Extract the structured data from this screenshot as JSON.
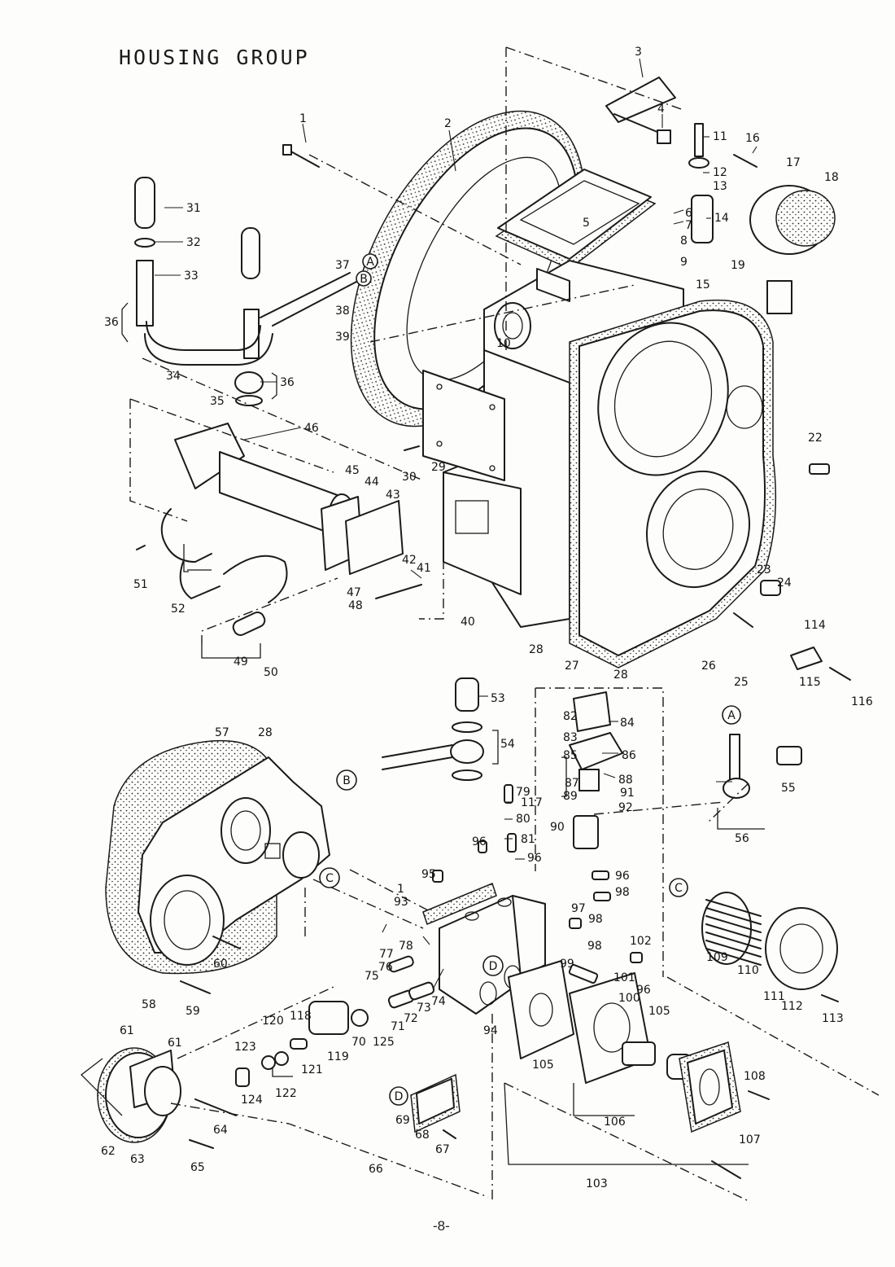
{
  "title": "HOUSING GROUP",
  "page_number": "-8-",
  "reference_markers": [
    {
      "letter": "A"
    },
    {
      "letter": "B"
    },
    {
      "letter": "A"
    },
    {
      "letter": "B"
    },
    {
      "letter": "C"
    },
    {
      "letter": "C"
    },
    {
      "letter": "D"
    },
    {
      "letter": "D"
    }
  ],
  "callouts": [
    {
      "label": "1"
    },
    {
      "label": "2"
    },
    {
      "label": "3"
    },
    {
      "label": "4"
    },
    {
      "label": "5"
    },
    {
      "label": "6"
    },
    {
      "label": "7"
    },
    {
      "label": "8"
    },
    {
      "label": "9"
    },
    {
      "label": "10"
    },
    {
      "label": "11"
    },
    {
      "label": "12"
    },
    {
      "label": "13"
    },
    {
      "label": "14"
    },
    {
      "label": "15"
    },
    {
      "label": "16"
    },
    {
      "label": "17"
    },
    {
      "label": "18"
    },
    {
      "label": "19"
    },
    {
      "label": "22"
    },
    {
      "label": "23"
    },
    {
      "label": "24"
    },
    {
      "label": "25"
    },
    {
      "label": "26"
    },
    {
      "label": "27"
    },
    {
      "label": "28"
    },
    {
      "label": "28"
    },
    {
      "label": "29"
    },
    {
      "label": "30"
    },
    {
      "label": "31"
    },
    {
      "label": "32"
    },
    {
      "label": "33"
    },
    {
      "label": "34"
    },
    {
      "label": "35"
    },
    {
      "label": "36"
    },
    {
      "label": "36"
    },
    {
      "label": "37"
    },
    {
      "label": "38"
    },
    {
      "label": "39"
    },
    {
      "label": "40"
    },
    {
      "label": "41"
    },
    {
      "label": "42"
    },
    {
      "label": "43"
    },
    {
      "label": "44"
    },
    {
      "label": "45"
    },
    {
      "label": "46"
    },
    {
      "label": "47"
    },
    {
      "label": "48"
    },
    {
      "label": "49"
    },
    {
      "label": "50"
    },
    {
      "label": "51"
    },
    {
      "label": "52"
    },
    {
      "label": "53"
    },
    {
      "label": "54"
    },
    {
      "label": "55"
    },
    {
      "label": "56"
    },
    {
      "label": "57"
    },
    {
      "label": "28"
    },
    {
      "label": "58"
    },
    {
      "label": "59"
    },
    {
      "label": "60"
    },
    {
      "label": "61"
    },
    {
      "label": "61"
    },
    {
      "label": "62"
    },
    {
      "label": "63"
    },
    {
      "label": "64"
    },
    {
      "label": "65"
    },
    {
      "label": "66"
    },
    {
      "label": "67"
    },
    {
      "label": "68"
    },
    {
      "label": "69"
    },
    {
      "label": "70"
    },
    {
      "label": "71"
    },
    {
      "label": "72"
    },
    {
      "label": "73"
    },
    {
      "label": "74"
    },
    {
      "label": "75"
    },
    {
      "label": "76"
    },
    {
      "label": "77"
    },
    {
      "label": "78"
    },
    {
      "label": "79"
    },
    {
      "label": "80"
    },
    {
      "label": "81"
    },
    {
      "label": "82"
    },
    {
      "label": "83"
    },
    {
      "label": "84"
    },
    {
      "label": "85"
    },
    {
      "label": "86"
    },
    {
      "label": "87"
    },
    {
      "label": "88"
    },
    {
      "label": "89"
    },
    {
      "label": "90"
    },
    {
      "label": "91"
    },
    {
      "label": "92"
    },
    {
      "label": "93"
    },
    {
      "label": "94"
    },
    {
      "label": "95"
    },
    {
      "label": "96"
    },
    {
      "label": "96"
    },
    {
      "label": "96"
    },
    {
      "label": "96"
    },
    {
      "label": "97"
    },
    {
      "label": "98"
    },
    {
      "label": "98"
    },
    {
      "label": "98"
    },
    {
      "label": "99"
    },
    {
      "label": "100"
    },
    {
      "label": "101"
    },
    {
      "label": "102"
    },
    {
      "label": "103"
    },
    {
      "label": "105"
    },
    {
      "label": "105"
    },
    {
      "label": "106"
    },
    {
      "label": "107"
    },
    {
      "label": "108"
    },
    {
      "label": "109"
    },
    {
      "label": "110"
    },
    {
      "label": "111"
    },
    {
      "label": "112"
    },
    {
      "label": "113"
    },
    {
      "label": "114"
    },
    {
      "label": "115"
    },
    {
      "label": "116"
    },
    {
      "label": "117"
    },
    {
      "label": "118"
    },
    {
      "label": "119"
    },
    {
      "label": "120"
    },
    {
      "label": "121"
    },
    {
      "label": "122"
    },
    {
      "label": "123"
    },
    {
      "label": "124"
    },
    {
      "label": "125"
    },
    {
      "label": "1"
    }
  ]
}
